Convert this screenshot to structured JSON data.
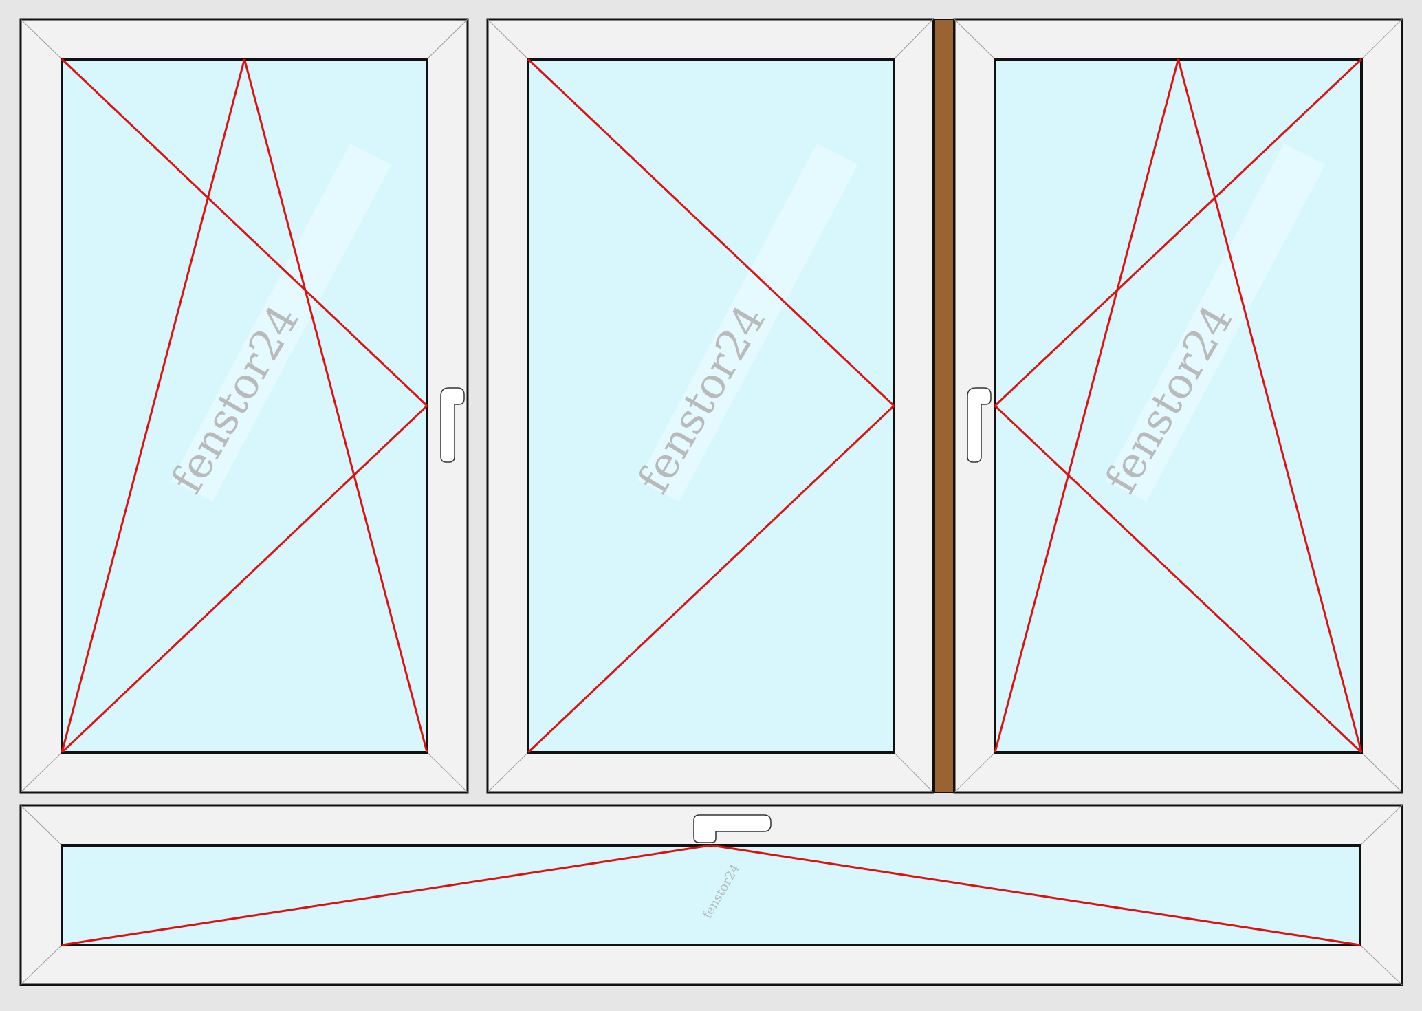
{
  "diagram": {
    "type": "window-configuration",
    "colors": {
      "background": "#e6e6e6",
      "frame_fill": "#f2f2f2",
      "frame_stroke": "#111111",
      "glass": "#d7f7fd",
      "opening_lines": "#e01010",
      "mullion": "#9a6332",
      "watermark": "#b4b4b4"
    },
    "watermark_text": "fenstor24",
    "sashes": [
      {
        "position": "top-left",
        "opening": "tilt-turn, hinged left, tilt from bottom",
        "handle": "right-side"
      },
      {
        "position": "top-center",
        "opening": "turn, hinged left",
        "handle": "none"
      },
      {
        "position": "top-right",
        "opening": "tilt-turn, hinged right, tilt from bottom",
        "handle": "left-side"
      },
      {
        "position": "bottom-transom",
        "opening": "tilt from bottom",
        "handle": "top-center"
      }
    ],
    "mullion": {
      "position": "between top-center and top-right",
      "material": "wood-color coupling profile"
    }
  }
}
